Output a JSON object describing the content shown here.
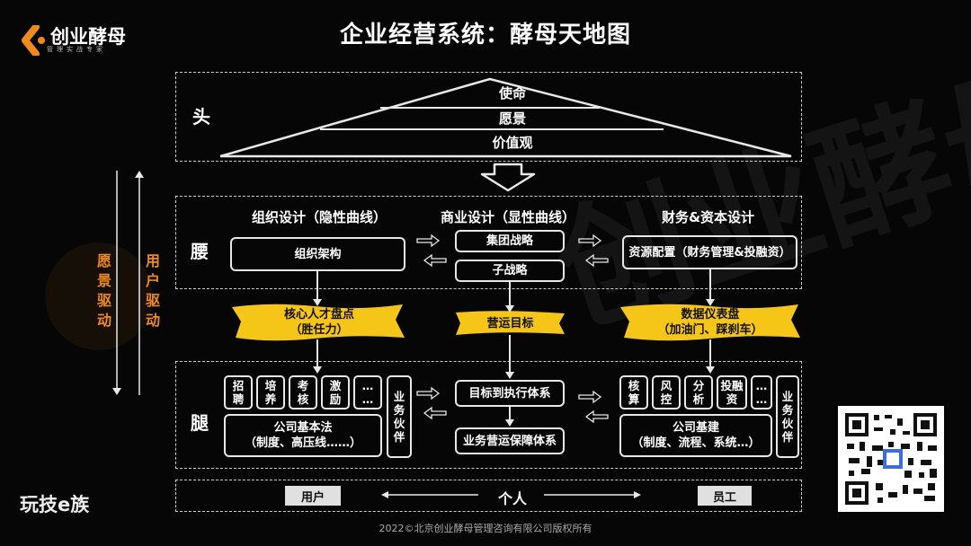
{
  "title": "企业经营系统：酵母天地图",
  "brand": {
    "name": "创业酵母",
    "tagline": "管理实战专家"
  },
  "watermark": "玩技e族",
  "copyright": "2022©北京创业酵母管理咨询有限公司版权所有",
  "head": {
    "label": "头",
    "levels": [
      "使命",
      "愿景",
      "价值观"
    ]
  },
  "side": {
    "left": "愿景驱动",
    "right": "用户驱动"
  },
  "waist": {
    "label": "腰",
    "col1_title": "组织设计（隐性曲线）",
    "col2_title": "商业设计（显性曲线）",
    "col3_title": "财务&资本设计",
    "org_structure": "组织架构",
    "group_strategy": "集团战略",
    "sub_strategy": "子战略",
    "resource": "资源配置（财务管理&投融资）"
  },
  "middle": {
    "talent": "核心人才盘点\n（胜任力）",
    "ops": "营运目标",
    "dashboard": "数据仪表盘\n（加油门、踩刹车）"
  },
  "leg": {
    "label": "腿",
    "hr_items": [
      "招\n聘",
      "培\n养",
      "考\n核",
      "激\n励",
      "…\n…"
    ],
    "partner_left": "业\n务\n伙\n伴",
    "basic_law": "公司基本法\n（制度、高压线……）",
    "goal_exec": "目标到执行体系",
    "ops_guarantee": "业务营运保障体系",
    "fin_items": [
      "核\n算",
      "风\n控",
      "分\n析",
      "投融\n资",
      "…\n…"
    ],
    "partner_right": "业\n务\n伙\n伴",
    "infra": "公司基建\n（制度、流程、系统…）"
  },
  "bottom": {
    "user": "用户",
    "individual": "个人",
    "employee": "员工"
  }
}
